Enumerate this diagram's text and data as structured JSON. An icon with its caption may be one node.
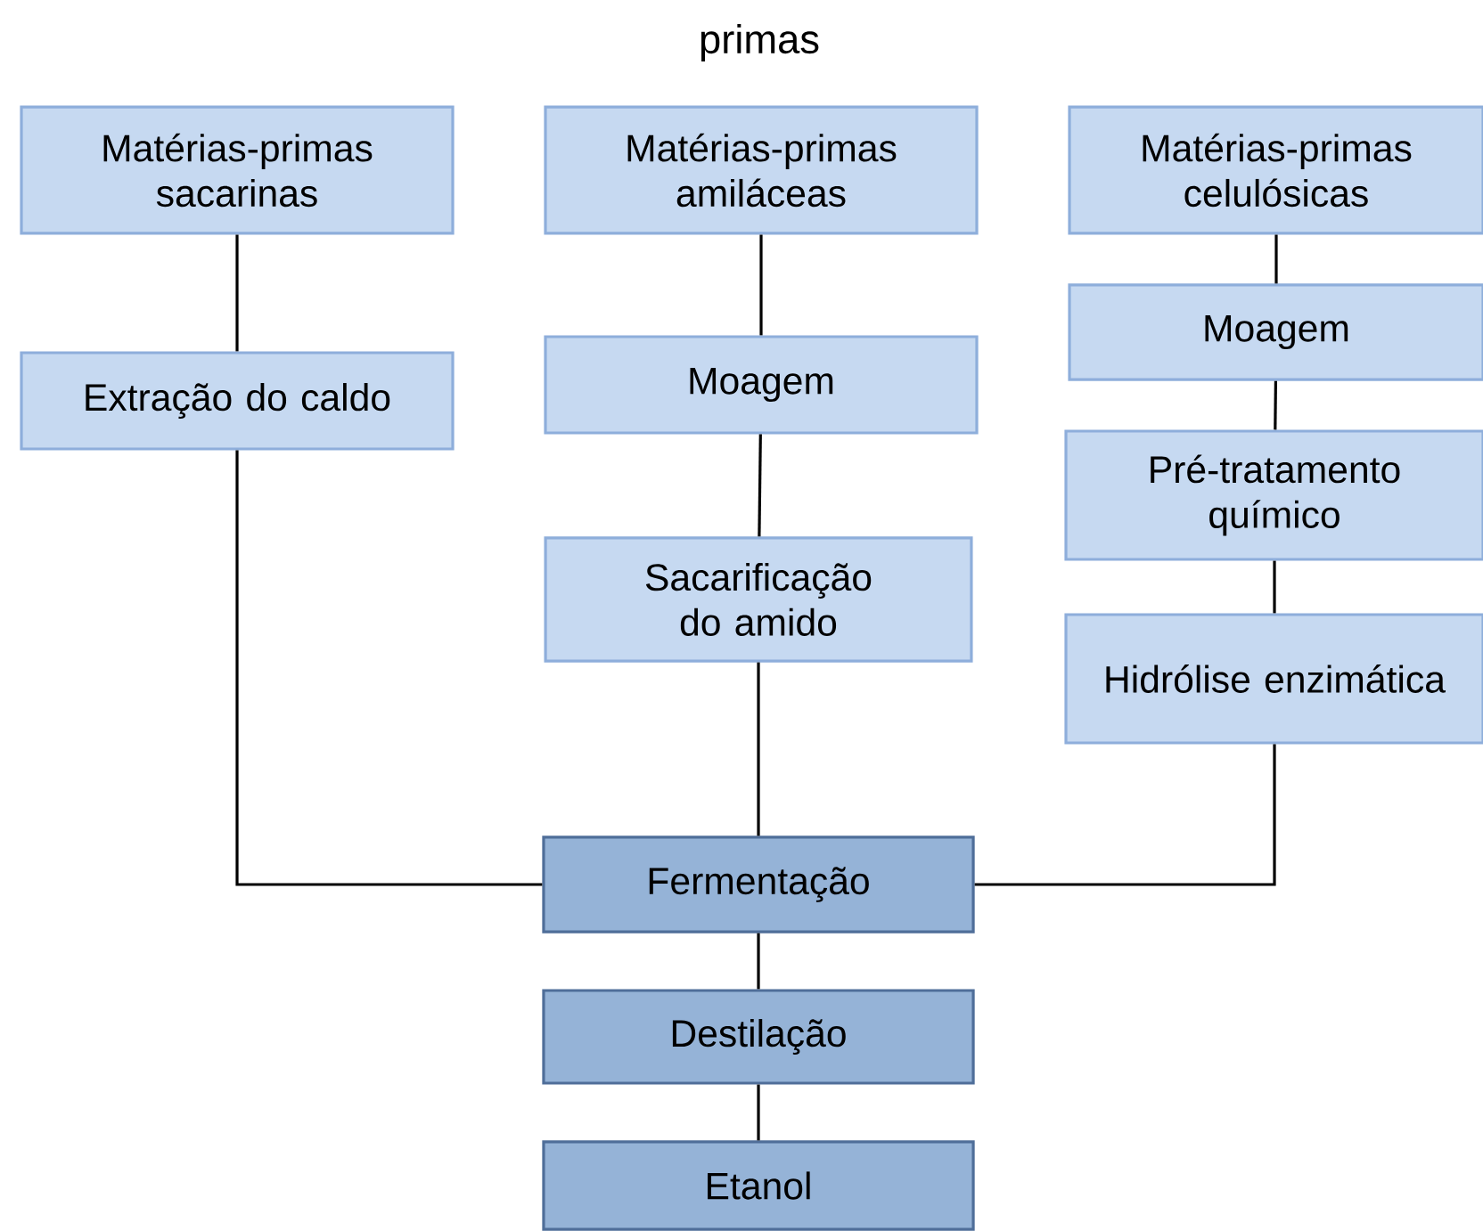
{
  "diagram": {
    "title": "primas",
    "nodes": [
      {
        "text": [
          "Matérias-primas sacarinas"
        ]
      },
      {
        "text": [
          "Matérias-primas amiláceas"
        ]
      },
      {
        "text": [
          "Matérias-primas celulósicas"
        ]
      },
      {
        "text": [
          "Extração do caldo"
        ]
      },
      {
        "text": [
          "Moagem"
        ]
      },
      {
        "text": [
          "Moagem"
        ]
      },
      {
        "text": [
          "Sacarificação do amido"
        ]
      },
      {
        "text": [
          "Pré-tratamento químico"
        ]
      },
      {
        "text": [
          "Hidrólise enzimática"
        ]
      },
      {
        "text": [
          "Fermentação"
        ]
      },
      {
        "text": [
          "Destilação"
        ]
      },
      {
        "text": [
          "Etanol"
        ]
      }
    ],
    "edges": [
      {
        "from": 0,
        "to": 3,
        "arrow": "none"
      },
      {
        "from": 3,
        "to": 9,
        "arrow": "none"
      },
      {
        "from": 1,
        "to": 4,
        "arrow": "none"
      },
      {
        "from": 4,
        "to": 6,
        "arrow": "none"
      },
      {
        "from": 6,
        "to": 9,
        "arrow": "none"
      },
      {
        "from": 2,
        "to": 5,
        "arrow": "none"
      },
      {
        "from": 5,
        "to": 7,
        "arrow": "none"
      },
      {
        "from": 7,
        "to": 8,
        "arrow": "none"
      },
      {
        "from": 8,
        "to": 9,
        "arrow": "none"
      },
      {
        "from": 9,
        "to": 10,
        "arrow": "none"
      },
      {
        "from": 10,
        "to": 11,
        "arrow": "none"
      }
    ]
  }
}
